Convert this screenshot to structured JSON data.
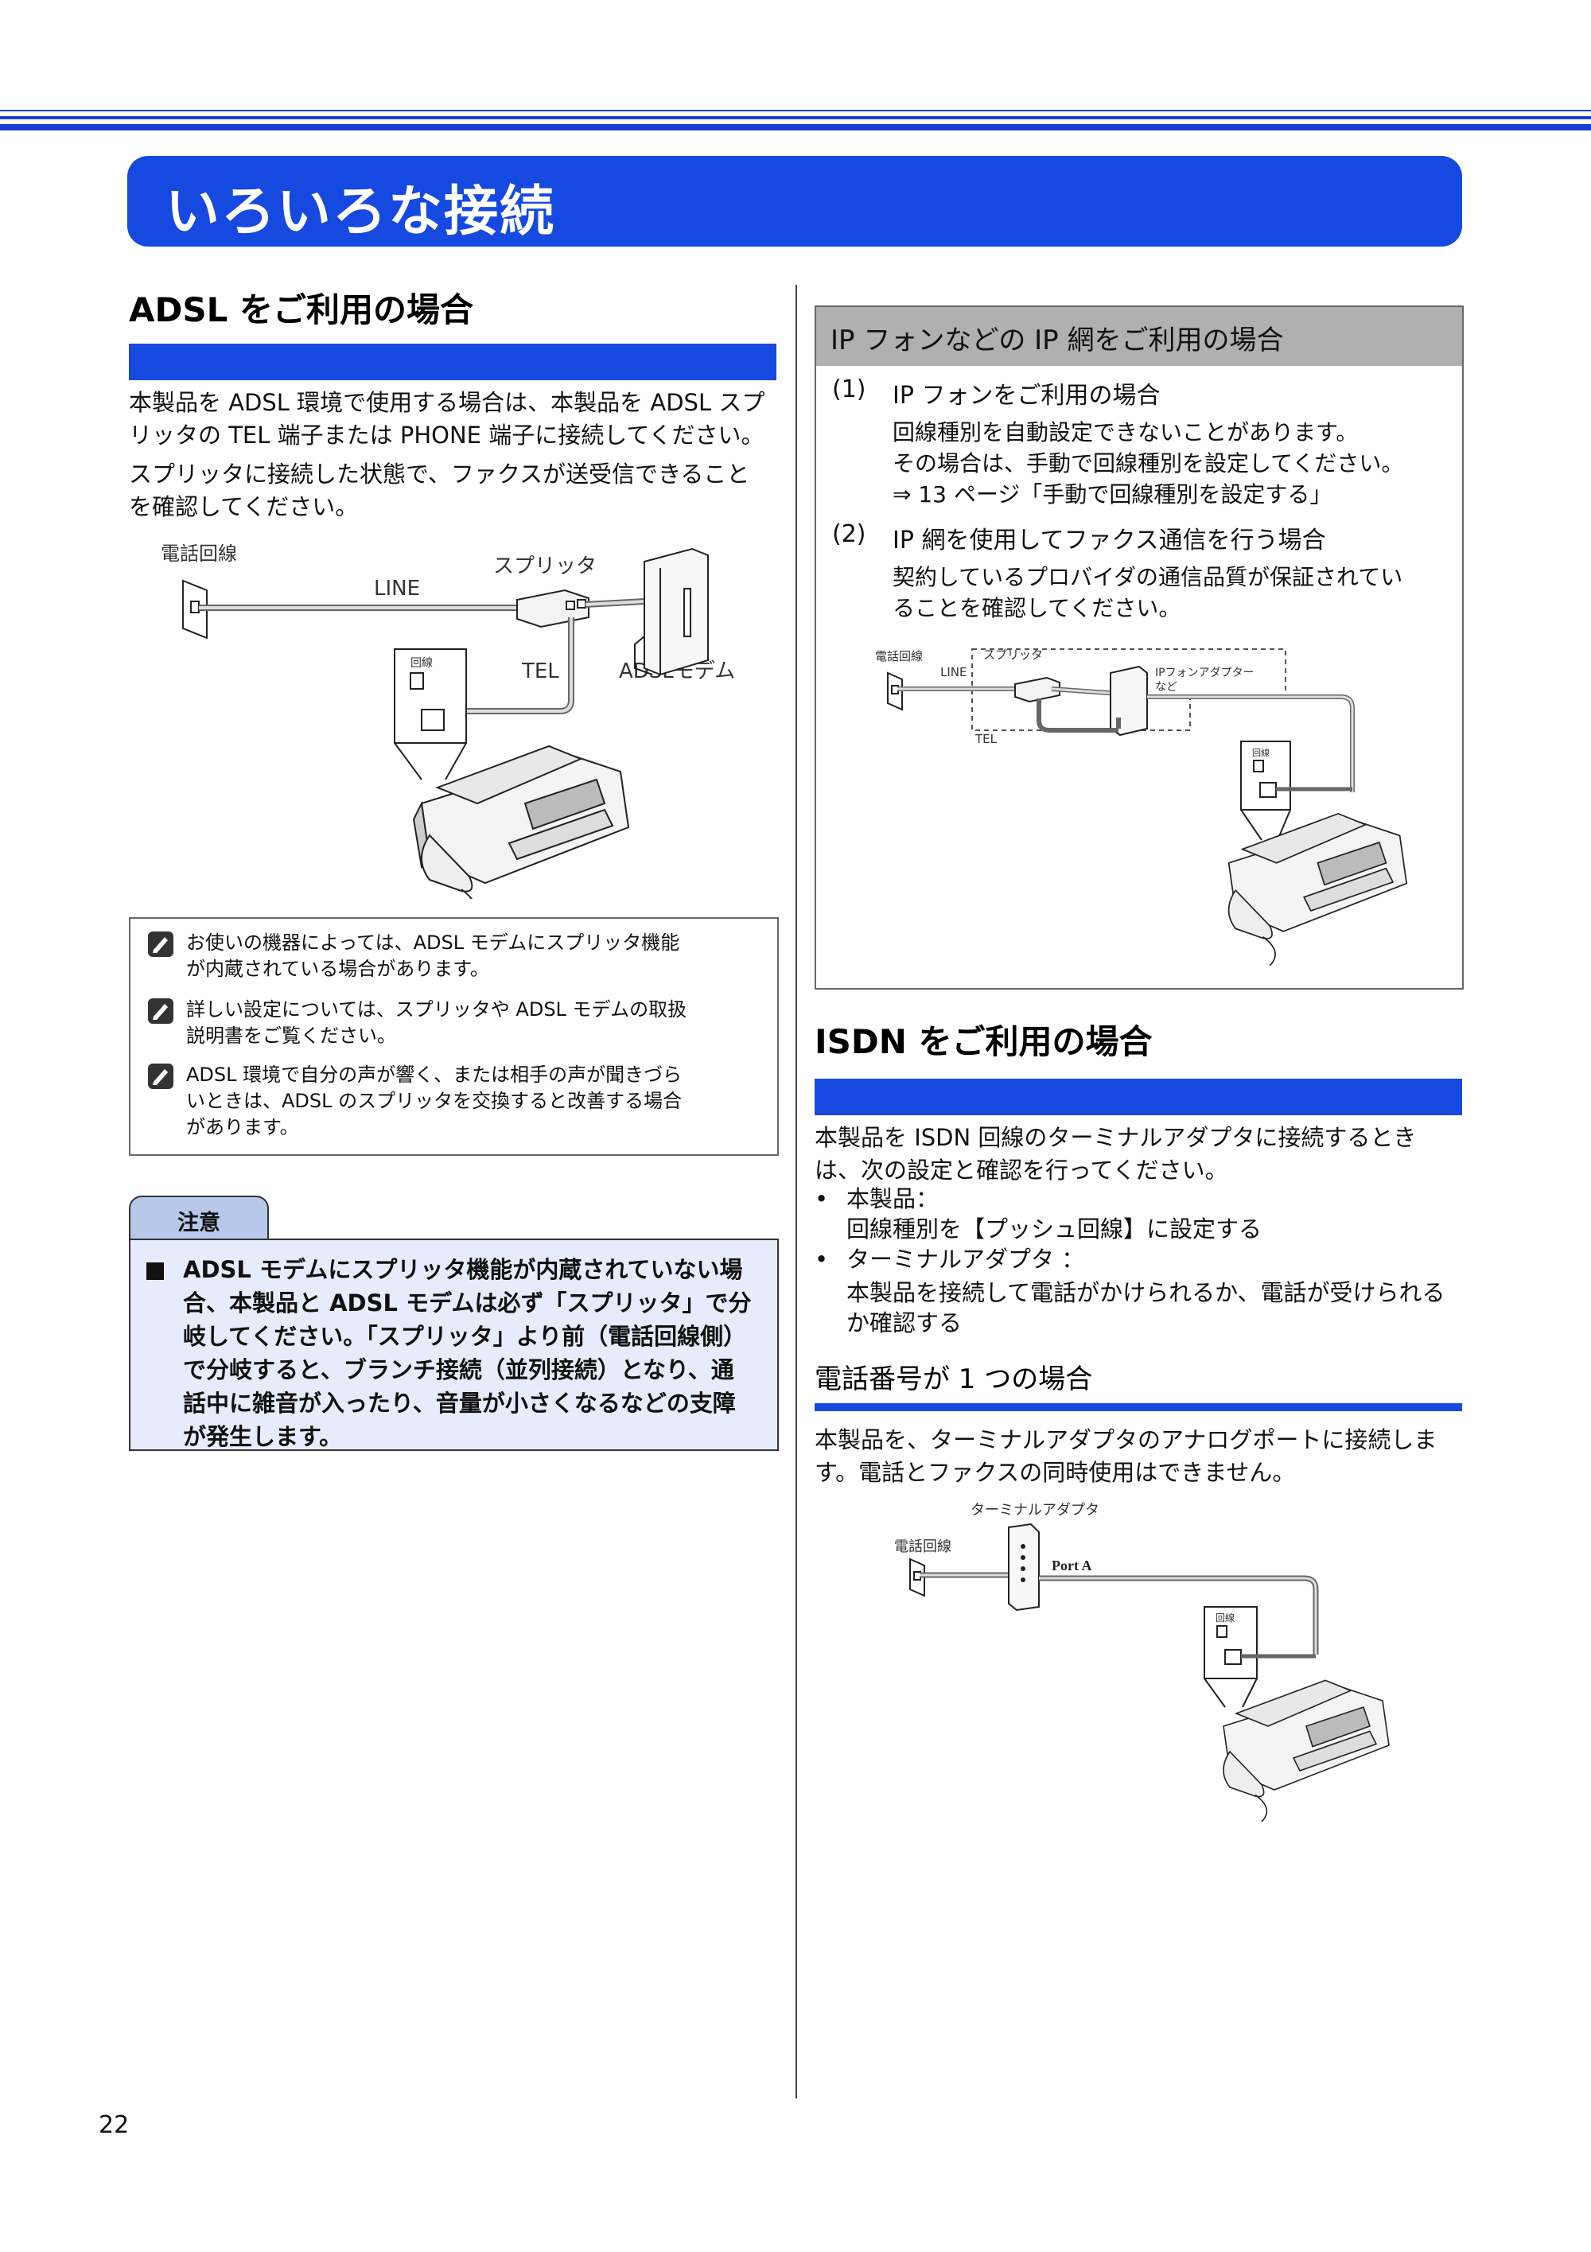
{
  "page_title": "いろいろな接続",
  "adsl": {
    "title": "ADSL をご利用の場合",
    "para1_line1": "本製品を ADSL 環境で使用する場合は、本製品を ADSL スプ",
    "para1_line2": "リッタの TEL 端子または PHONE 端子に接続してください。",
    "para2_line1": "スプリッタに接続した状態で、ファクスが送受信できること",
    "para2_line2": "を確認してください。",
    "diagram": {
      "phone_line": "電話回線",
      "line": "LINE",
      "splitter": "スプリッタ",
      "tel": "TEL",
      "modem": "ADSLモデム",
      "port": "回線"
    },
    "notes": [
      {
        "line1": "お使いの機器によっては、ADSL モデムにスプリッタ機能",
        "line2": "が内蔵されている場合があります。"
      },
      {
        "line1": "詳しい設定については、スプリッタや ADSL モデムの取扱",
        "line2": "説明書をご覧ください。"
      },
      {
        "line1": "ADSL 環境で自分の声が響く、または相手の声が聞きづら",
        "line2": "いときは、ADSL のスプリッタを交換すると改善する場合",
        "line3": "があります。"
      }
    ],
    "caution": {
      "label": "注意",
      "line1": "ADSL モデムにスプリッタ機能が内蔵されていない場",
      "line2": "合、本製品と ADSL モデムは必ず「スプリッタ」で分",
      "line3": "岐してください。「スプリッタ」より前（電話回線側）",
      "line4": "で分岐すると、ブランチ接続（並列接続）となり、通",
      "line5": "話中に雑音が入ったり、音量が小さくなるなどの支障",
      "line6": "が発生します。"
    }
  },
  "ip": {
    "header": "IP フォンなどの IP 網をご利用の場合",
    "item1_num": "(1)",
    "item1_title": "IP フォンをご利用の場合",
    "item1_line1": "回線種別を自動設定できないことがあります。",
    "item1_line2": "その場合は、手動で回線種別を設定してください。",
    "item1_line3": "⇒ 13 ページ「手動で回線種別を設定する」",
    "item2_num": "(2)",
    "item2_title": "IP 網を使用してファクス通信を行う場合",
    "item2_line1": "契約しているプロバイダの通信品質が保証されてい",
    "item2_line2": "ることを確認してください。",
    "diagram": {
      "phone_line": "電話回線",
      "line": "LINE",
      "splitter": "スプリッタ",
      "tel": "TEL",
      "adapter_line1": "IPフォンアダプター",
      "adapter_line2": "など",
      "port": "回線"
    }
  },
  "isdn": {
    "title": "ISDN をご利用の場合",
    "para_line1": "本製品を  ISDN 回線のターミナルアダプタに接続するとき",
    "para_line2": "は、次の設定と確認を行ってください。",
    "bullets": [
      {
        "head": "本製品：",
        "body1": "回線種別を【プッシュ回線】に設定する"
      },
      {
        "head": "ターミナルアダプタ ：",
        "body1": "本製品を接続して電話がかけられるか、電話が受けられる",
        "body2": "か確認する"
      }
    ],
    "sub_title": "電話番号が 1 つの場合",
    "sub_para_line1": "本製品を、ターミナルアダプタのアナログポートに接続しま",
    "sub_para_line2": "す。電話とファクスの同時使用はできません。",
    "diagram": {
      "adapter": "ターミナルアダプタ",
      "phone_line": "電話回線",
      "port_a": "Port A",
      "port": "回線"
    }
  },
  "page_number": "22"
}
